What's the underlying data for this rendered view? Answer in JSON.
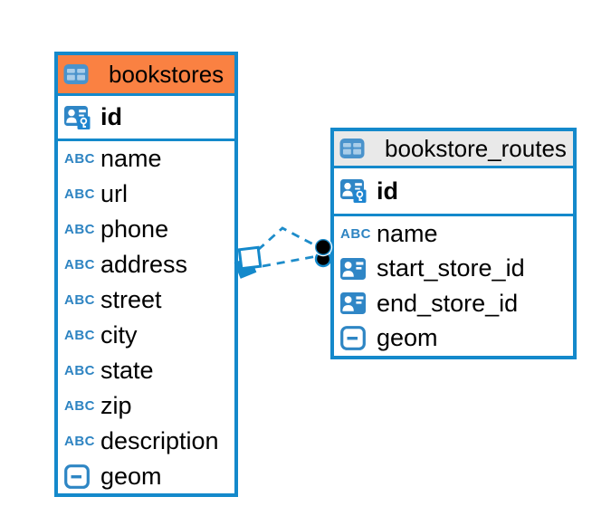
{
  "tables": [
    {
      "name": "bookstores",
      "header_color": "#fa8142",
      "primary_key": {
        "name": "id"
      },
      "columns": [
        {
          "name": "name",
          "type": "text"
        },
        {
          "name": "url",
          "type": "text"
        },
        {
          "name": "phone",
          "type": "text"
        },
        {
          "name": "address",
          "type": "text"
        },
        {
          "name": "street",
          "type": "text"
        },
        {
          "name": "city",
          "type": "text"
        },
        {
          "name": "state",
          "type": "text"
        },
        {
          "name": "zip",
          "type": "text"
        },
        {
          "name": "description",
          "type": "text"
        },
        {
          "name": "geom",
          "type": "geometry"
        }
      ]
    },
    {
      "name": "bookstore_routes",
      "header_color": "#e9e9e9",
      "primary_key": {
        "name": "id"
      },
      "columns": [
        {
          "name": "name",
          "type": "text"
        },
        {
          "name": "start_store_id",
          "type": "reference"
        },
        {
          "name": "end_store_id",
          "type": "reference"
        },
        {
          "name": "geom",
          "type": "geometry"
        }
      ]
    }
  ],
  "relationships": [
    {
      "from_table": "bookstores",
      "to_table": "bookstore_routes",
      "style": "dashed"
    },
    {
      "from_table": "bookstores",
      "to_table": "bookstore_routes",
      "style": "dashed"
    }
  ],
  "icons": {
    "text_type_glyph": "ABC"
  },
  "colors": {
    "table_border": "#1489cb",
    "selected_header_orange": "#fa8142",
    "header_gray": "#e9e9e9",
    "icon_blue": "#2f86c6",
    "icon_blue_light": "#a9cde9",
    "abc_blue": "#2e84c2",
    "relationship_line": "#1d8cca",
    "dot_marker": "#000000"
  }
}
